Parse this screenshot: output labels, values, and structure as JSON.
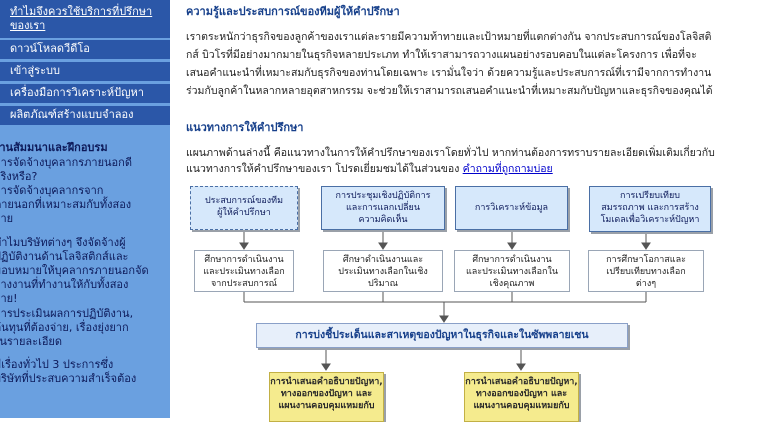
{
  "sidebar": {
    "nav": [
      "ทำไมจึงควรใช้บริการที่ปรึกษาของเรา",
      "ดาวน์โหลดวีดีโอ",
      "เข้าสู่ระบบ",
      "เครื่องมือการวิเคราะห์ปัญหา",
      "ผลิตภัณฑ์สร้างแบบจำลอง"
    ],
    "lines": [
      "งานสัมมนาและฝึกอบรม",
      "การจัดจ้างบุคลากรภายนอกดี",
      "จริงหรือ?",
      "การจัดจ้างบุคลากรจาก",
      "ภายนอกที่เหมาะสมกับทั้งสอง",
      "ฝ่าย",
      "ทำไมบริษัทต่างๆ จึงจัดจ้างผู้",
      "ปฏิบัติงานด้านโลจิสติกส์และ",
      "มอบหมายให้บุคลากรภายนอกจัด",
      "จ้างงานที่ทำงานให้กับทั้งสอง",
      "ฝ่าย!",
      "การประเมินผลการปฏิบัติงาน,",
      "ต้นทุนที่ต้องจ่าย, เรื่องยุ่งยาก",
      "ในรายละเอียด",
      "มีเรื่องทั่วไป 3 ประการซึ่ง",
      "บริษัทที่ประสบความสำเร็จต้อง"
    ]
  },
  "main": {
    "heading1": "ความรู้และประสบการณ์ของทีมผู้ให้คำปรึกษา",
    "para1": [
      "เราตระหนักว่าธุรกิจของลูกค้าของเราแต่ละรายมีความท้าทายและเป้าหมายที่แตกต่างกัน จากประสบการณ์ของโลจิสติ",
      "กส์ บิวโรที่มีอย่างมากมายในธุรกิจหลายประเภท ทำให้เราสามารถวางแผนอย่างรอบคอบในแต่ละโครงการ เพื่อที่จะ",
      "เสนอคำแนะนำที่เหมาะสมกับธุรกิจของท่านโดยเฉพาะ เรามั่นใจว่า ด้วยความรู้และประสบการณ์ที่เรามีจากการทำงาน",
      "ร่วมกับลูกค้าในหลากหลายอุตสาหกรรม จะช่วยให้เราสามารถเสนอคำแนะนำที่เหมาะสมกับปัญหาและธุรกิจของคุณได้"
    ],
    "heading2": "แนวทางการให้คำปรึกษา",
    "para2_line1": "แผนภาพด้านล่างนี้ คือแนวทางในการให้คำปรึกษาของเราโดยทั่วไป หากท่านต้องการทราบรายละเอียดเพิ่มเติมเกี่ยวกับ",
    "para2_line2": "แนวทางการให้คำปรึกษาของเรา โปรดเยี่ยมชมได้ในส่วนของ ",
    "faq_link": "คำถามที่ถูกถามบ่อย"
  },
  "diagram": {
    "top_boxes": [
      [
        "ประสบการณ์ของทีม",
        "ผู้ให้คำปรึกษา"
      ],
      [
        "การประชุมเชิงปฏิบัติการ",
        "และการแลกเปลี่ยน",
        "ความคิดเห็น"
      ],
      [
        "การวิเคราะห์ข้อมูล"
      ],
      [
        "การเปรียบเทียบ",
        "สมรรถภาพ และการสร้าง",
        "โมเดลเพื่อวิเคราะห์ปัญหา"
      ]
    ],
    "mid_boxes": [
      [
        "ศึกษาการดำเนินงาน",
        "และประเมินทางเลือก",
        "จากประสบการณ์"
      ],
      [
        "ศึกษาดำเนินงานและ",
        "ประเมินทางเลือกในเชิง",
        "ปริมาณ"
      ],
      [
        "ศึกษาการดำเนินงาน",
        "และประเมินทางเลือกใน",
        "เชิงคุณภาพ"
      ],
      [
        "การศึกษาโอกาสและ",
        "เปรียบเทียบทางเลือก",
        "ต่างๆ"
      ]
    ],
    "bar_text": "การบ่งชี้ประเด็นและสาเหตุของปัญหาในธุรกิจและในซัพพลายเชน",
    "result_boxes": [
      [
        "การนำเสนอคำอธิบายปัญหา,",
        "ทางออกของปัญหา และ",
        "แผนงานคอบคุมแหมยกับ"
      ],
      [
        "การนำเสนอคำอธิบายปัญหา,",
        "ทางออกของปัญหา และ",
        "แผนงานคอบคุมแหมยกับ"
      ]
    ]
  }
}
